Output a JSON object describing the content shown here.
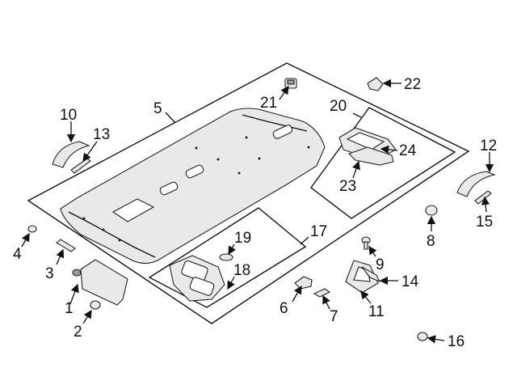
{
  "callouts": {
    "c1": "1",
    "c2": "2",
    "c3": "3",
    "c4": "4",
    "c5": "5",
    "c6": "6",
    "c7": "7",
    "c8": "8",
    "c9": "9",
    "c10": "10",
    "c11": "11",
    "c12": "12",
    "c13": "13",
    "c14": "14",
    "c15": "15",
    "c16": "16",
    "c17": "17",
    "c18": "18",
    "c19": "19",
    "c20": "20",
    "c21": "21",
    "c22": "22",
    "c23": "23",
    "c24": "24"
  },
  "colors": {
    "line": "#111111",
    "part_fill": "#e9e9e9",
    "shade": "#9a9a9a",
    "background": "#ffffff"
  }
}
